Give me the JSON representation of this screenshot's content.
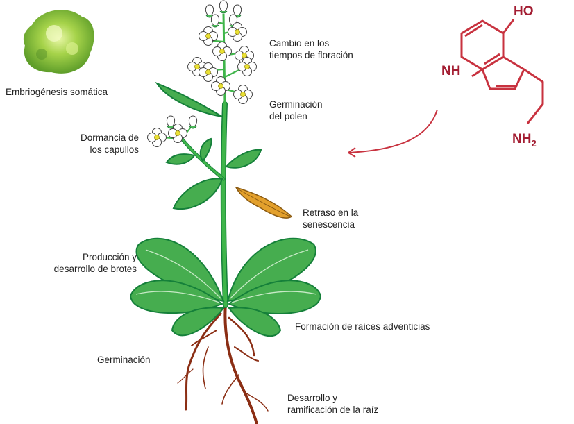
{
  "labels": {
    "embryogenesis": "Embriogénesis somática",
    "flowering": [
      "Cambio en los",
      "tiempos de floración"
    ],
    "pollen": [
      "Germinación",
      "del polen"
    ],
    "bud_dormancy": [
      "Dormancia de",
      "los capullos"
    ],
    "senescence": [
      "Retraso en la",
      "senescencia"
    ],
    "shoots": [
      "Producción y",
      "desarrollo de  brotes"
    ],
    "adventitious_roots": "Formación de raíces adventicias",
    "germination": "Germinación",
    "root_development": [
      "Desarrollo y",
      "ramificación de la raíz"
    ]
  },
  "molecule": {
    "hydroxyl": "HO",
    "amine_ring": "NH",
    "amine_group": "NH",
    "amine_subscript": "2"
  },
  "colors": {
    "molecule": "#c8323f",
    "leaf": "#46ad4f",
    "leaf_outline": "#15803a",
    "stem": "#37a93f",
    "root": "#8b2e14",
    "senescent_leaf": "#e3a02c",
    "callus": "#8bc43a"
  },
  "icons": [
    "callus-image",
    "plant-illustration",
    "serotonin-structure",
    "arrow-icon"
  ]
}
